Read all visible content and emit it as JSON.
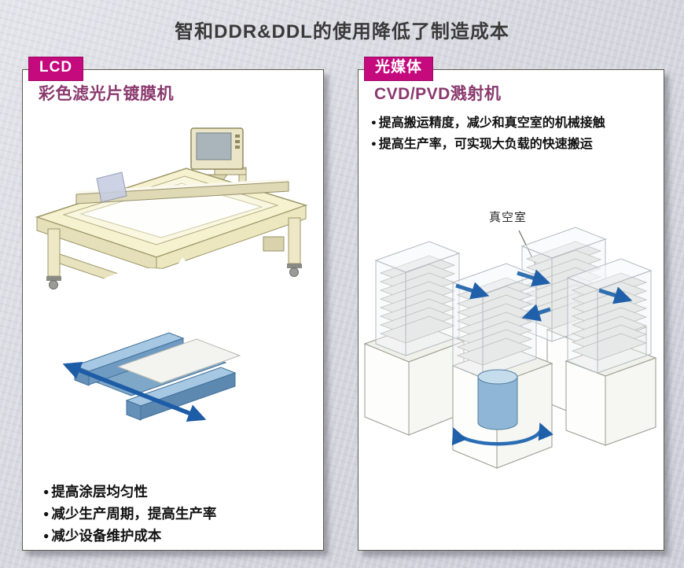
{
  "page": {
    "title": "智和DDR&DDL的使用降低了制造成本"
  },
  "left_panel": {
    "badge": "LCD",
    "title": "彩色滤光片镀膜机",
    "bullets": [
      "提高涂层均匀性",
      "减少生产周期，提高生产率",
      "减少设备维护成本"
    ]
  },
  "right_panel": {
    "badge": "光媒体",
    "title": "CVD/PVD溅射机",
    "bullets": [
      "提高搬运精度，减少和真空室的机械接触",
      "提高生产率，可实现大负载的快速搬运"
    ],
    "vacuum_label": "真空室"
  },
  "colors": {
    "badge_bg": "#c40a7d",
    "panel_title": "#8a3a6e",
    "arrow_blue": "#1d5ca6"
  }
}
